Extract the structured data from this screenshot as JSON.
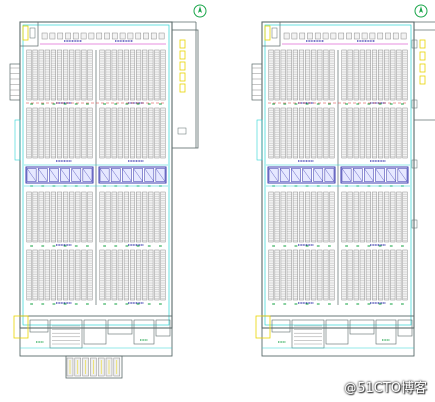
{
  "colors": {
    "outline": "#7a8a8a",
    "wall": "#5a6a6a",
    "cyan": "#2bd4d4",
    "rack": "#8c8c8c",
    "blue": "#2a2aa8",
    "green": "#25a850",
    "yellow": "#e8d400",
    "magenta": "#d020c0",
    "red": "#d83030",
    "north_green": "#1aa64a"
  },
  "drawings": [
    {
      "name": "left-plan",
      "rack_rows_per_band": 11,
      "has_fuel_bay": true
    },
    {
      "name": "right-plan",
      "rack_rows_per_band": 11,
      "has_fuel_bay": false
    }
  ],
  "watermark": {
    "at": "@",
    "text": "51CTO博客"
  }
}
